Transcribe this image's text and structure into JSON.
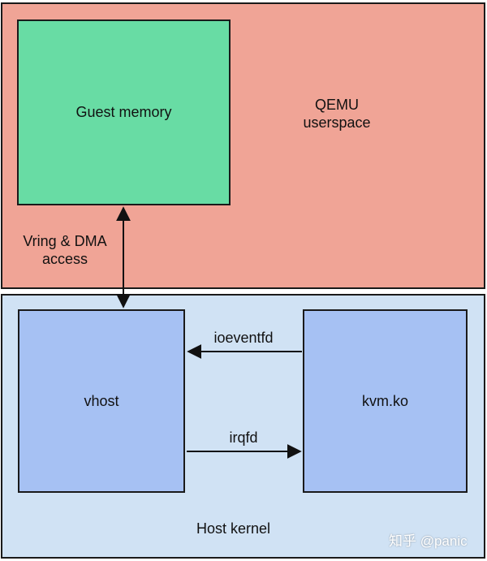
{
  "qemu": {
    "line1": "QEMU",
    "line2": "userspace"
  },
  "guest_memory": {
    "label": "Guest memory"
  },
  "vring": {
    "line1": "Vring & DMA",
    "line2": "access"
  },
  "vhost": {
    "label": "vhost"
  },
  "kvm": {
    "label": "kvm.ko"
  },
  "ioeventfd": {
    "label": "ioeventfd"
  },
  "irqfd": {
    "label": "irqfd"
  },
  "host": {
    "label": "Host kernel"
  },
  "watermark": {
    "text": "知乎 @panic"
  },
  "colors": {
    "qemu_bg": "#f0a496",
    "guest_bg": "#68dca4",
    "host_bg": "#d0e2f4",
    "module_bg": "#a6c1f3"
  }
}
